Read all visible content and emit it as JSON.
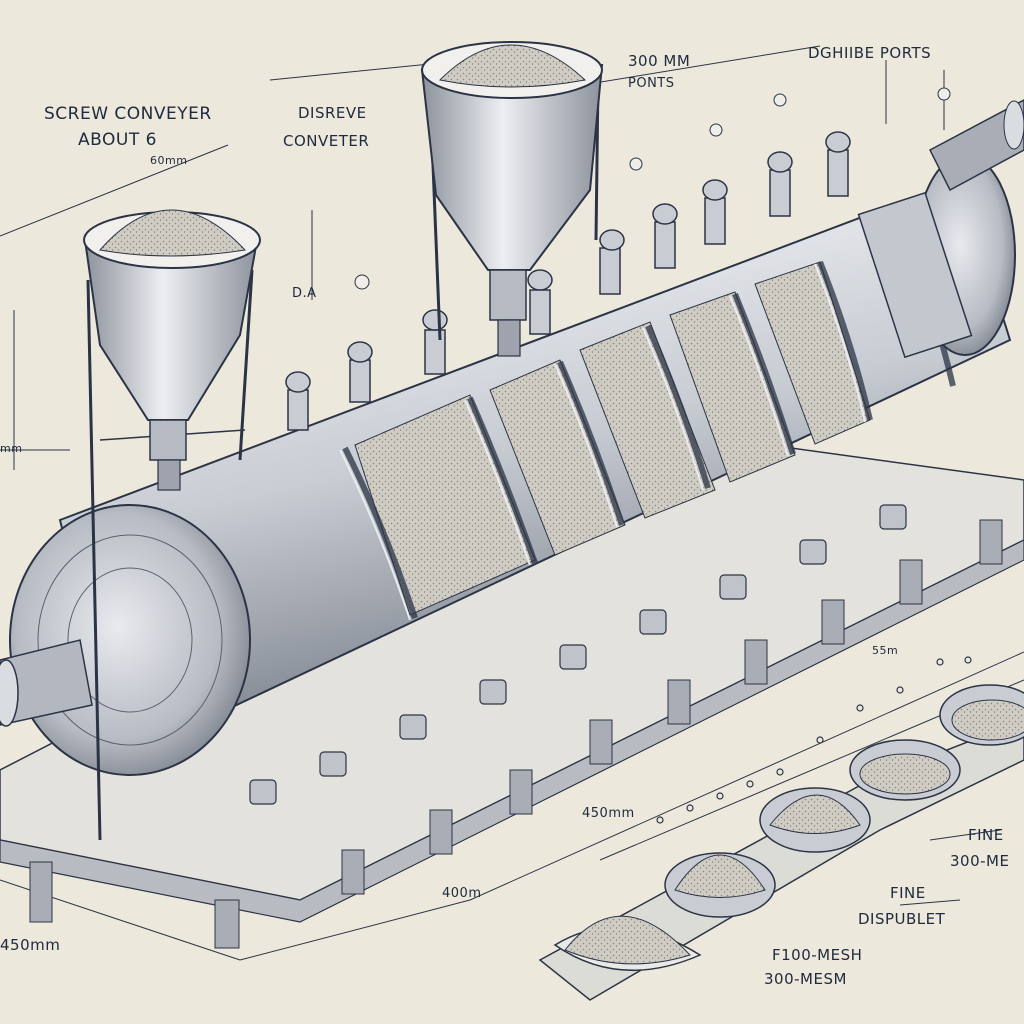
{
  "labels": {
    "screw_conveyer": "SCREW CONVEYER",
    "about": "ABOUT 6",
    "dim_top_left": "60mm",
    "disreve": "DISREVE",
    "conveter": "CONVETER",
    "mm300": "300 MM",
    "ponts": "PONTS",
    "discharge_ports": "DGHIIBE PORTS",
    "d_a": "D.A",
    "mm_left": "mm",
    "dim_55m": "55m",
    "dim_450_center": "450mm",
    "dim_400": "400m",
    "dim_450_bottom": "450mm",
    "fine_1": "FINE",
    "mesh_300_a": "300-ME",
    "fine_2": "FINE",
    "dispublet": "DISPUBLET",
    "f100_mesh": "F100-MESH",
    "mesh_300_b": "300-MESM"
  },
  "colors": {
    "paper": "#ece8db",
    "ink": "#1f2a3e",
    "metal_light": "#e4e6ea",
    "metal_mid": "#b6bac2",
    "metal_dark": "#6e7480",
    "powder": "#d6d3cb"
  }
}
